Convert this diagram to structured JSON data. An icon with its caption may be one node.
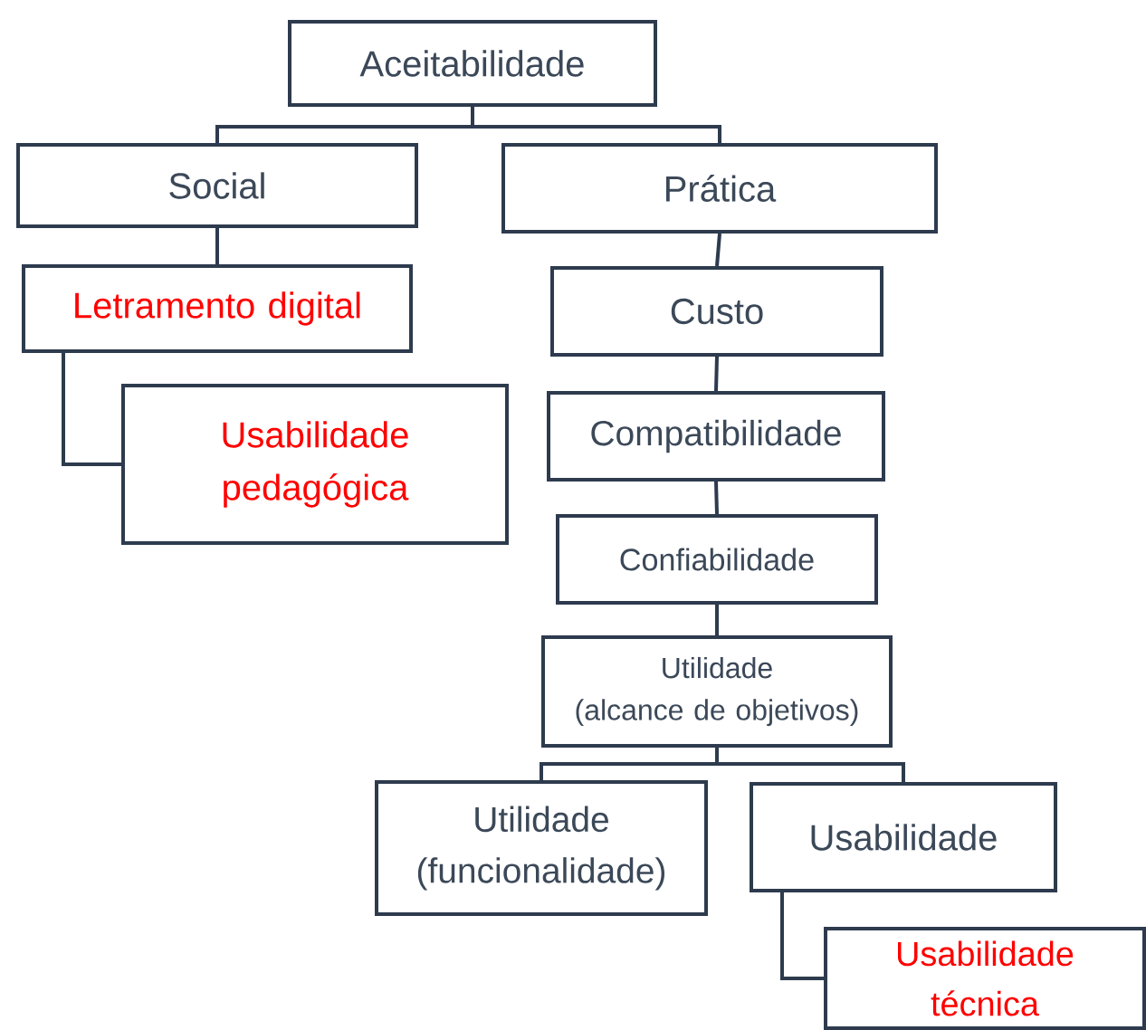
{
  "diagram": {
    "nodes": [
      {
        "text": [
          "Aceitabilidade"
        ]
      },
      {
        "text": [
          "Social"
        ]
      },
      {
        "text": [
          "Prática"
        ]
      },
      {
        "text": [
          "Letramento digital"
        ]
      },
      {
        "text": [
          "Usabilidade pedagógica"
        ]
      },
      {
        "text": [
          "Custo"
        ]
      },
      {
        "text": [
          "Compatibilidade"
        ]
      },
      {
        "text": [
          "Confiabilidade"
        ]
      },
      {
        "text": [
          "Utilidade",
          "(alcance de objetivos)"
        ]
      },
      {
        "text": [
          "Utilidade",
          "(funcionalidade)"
        ]
      },
      {
        "text": [
          "Usabilidade"
        ]
      },
      {
        "text": [
          "Usabilidade técnica"
        ]
      }
    ],
    "edges": [
      {
        "from": 0,
        "to": 1,
        "arrow": "none"
      },
      {
        "from": 0,
        "to": 2,
        "arrow": "none"
      },
      {
        "from": 1,
        "to": 3,
        "arrow": "none"
      },
      {
        "from": 3,
        "to": 4,
        "arrow": "none"
      },
      {
        "from": 2,
        "to": 5,
        "arrow": "none"
      },
      {
        "from": 5,
        "to": 6,
        "arrow": "none"
      },
      {
        "from": 6,
        "to": 7,
        "arrow": "none"
      },
      {
        "from": 7,
        "to": 8,
        "arrow": "none"
      },
      {
        "from": 8,
        "to": 9,
        "arrow": "none"
      },
      {
        "from": 8,
        "to": 10,
        "arrow": "none"
      },
      {
        "from": 10,
        "to": 11,
        "arrow": "none"
      }
    ]
  }
}
